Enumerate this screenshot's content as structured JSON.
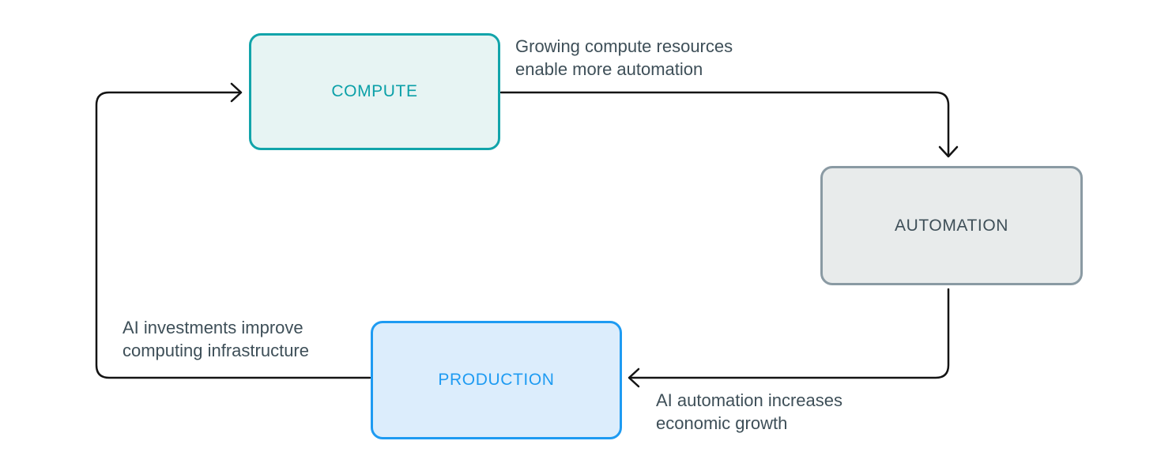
{
  "diagram": {
    "title": "compute-automation-production feedback loop",
    "background": "#ffffff",
    "arrow_color": "#141414",
    "edge_label_color": "#3e4f58",
    "nodes": [
      {
        "id": "compute",
        "label": "COMPUTE",
        "fill": "#e7f4f3",
        "border_color": "#12a4aa",
        "text_color": "#0ba0a8"
      },
      {
        "id": "automation",
        "label": "AUTOMATION",
        "fill": "#e8ebeb",
        "border_color": "#8a9aa3",
        "text_color": "#3e4f58"
      },
      {
        "id": "production",
        "label": "PRODUCTION",
        "fill": "#dcedfc",
        "border_color": "#1e9bf2",
        "text_color": "#1e9bf2"
      }
    ],
    "edges": [
      {
        "from": "compute",
        "to": "automation",
        "lines": [
          "Growing compute resources",
          "enable more automation"
        ]
      },
      {
        "from": "automation",
        "to": "production",
        "lines": [
          "AI automation increases",
          "economic growth"
        ]
      },
      {
        "from": "production",
        "to": "compute",
        "lines": [
          "AI investments improve",
          "computing infrastructure"
        ]
      }
    ]
  }
}
